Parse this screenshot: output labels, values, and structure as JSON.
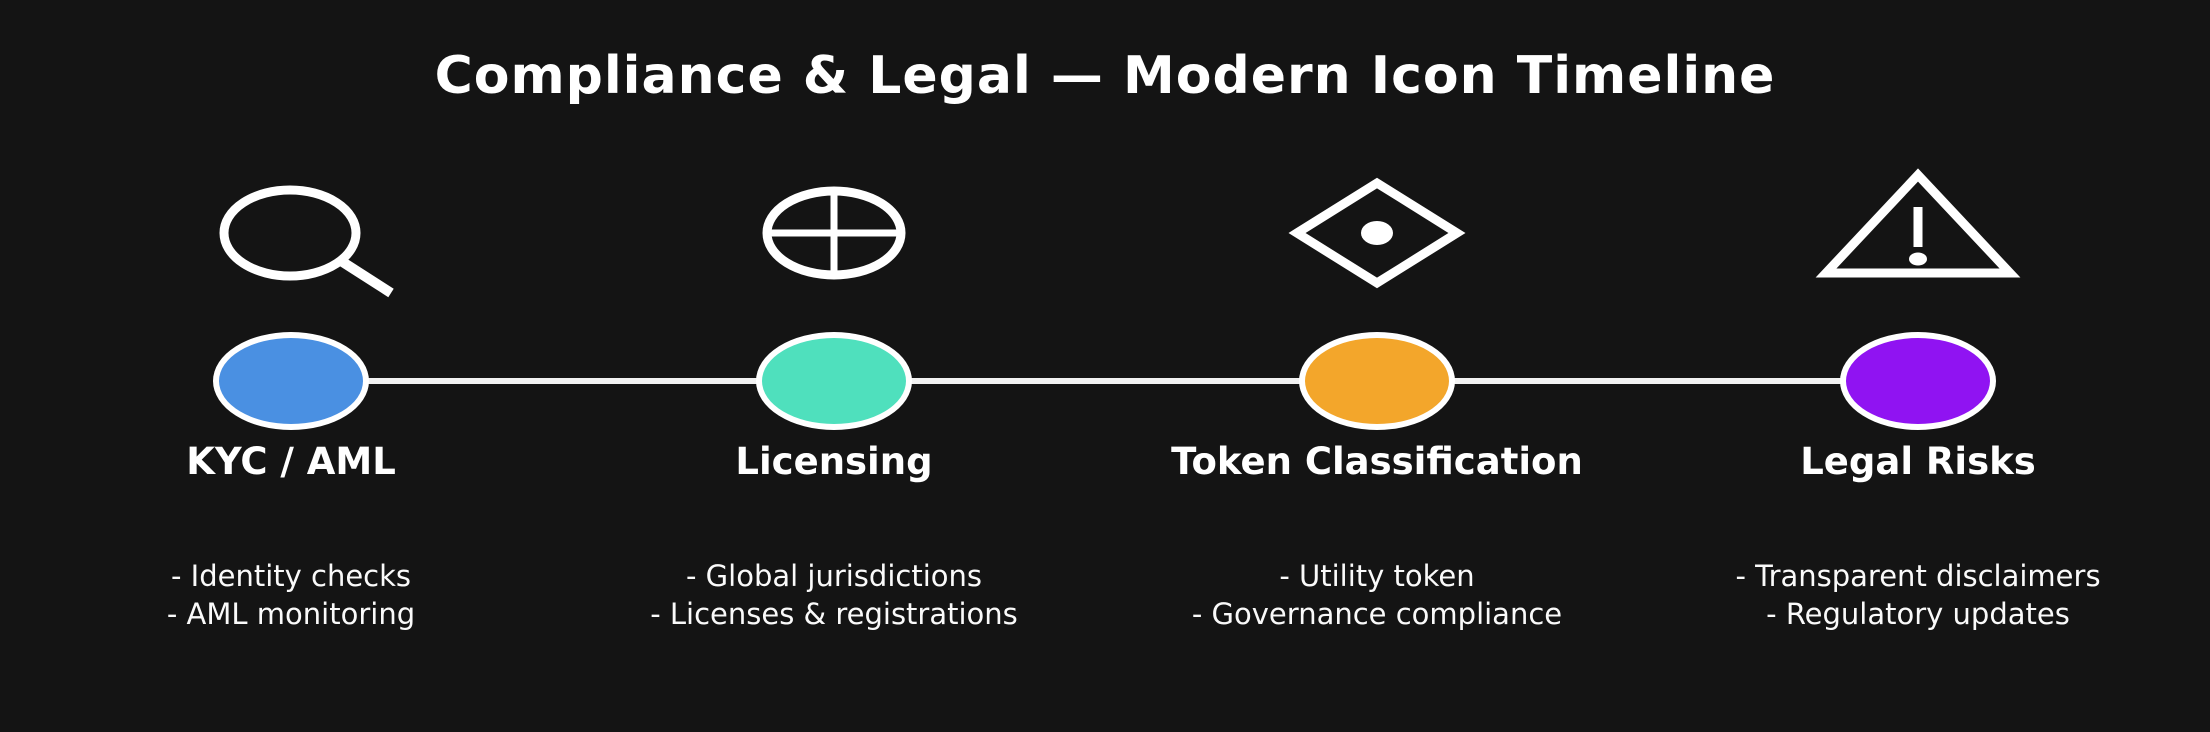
{
  "title": "Compliance & Legal — Modern Icon Timeline",
  "colors": {
    "background": "#141414",
    "line": "#f2f2f2",
    "icon_stroke": "#ffffff",
    "text": "#ffffff"
  },
  "nodes": [
    {
      "label": "KYC / AML",
      "color": "#4a90e2",
      "icon": "magnifier-icon",
      "bullets": [
        "- Identity checks",
        "- AML monitoring"
      ]
    },
    {
      "label": "Licensing",
      "color": "#4fe0bd",
      "icon": "globe-icon",
      "bullets": [
        "- Global jurisdictions",
        "- Licenses & registrations"
      ]
    },
    {
      "label": "Token Classification",
      "color": "#f3a62b",
      "icon": "token-diamond-icon",
      "bullets": [
        "- Utility token",
        "- Governance compliance"
      ]
    },
    {
      "label": "Legal Risks",
      "color": "#9013f2",
      "icon": "warning-triangle-icon",
      "bullets": [
        "- Transparent disclaimers",
        "- Regulatory updates"
      ]
    }
  ]
}
